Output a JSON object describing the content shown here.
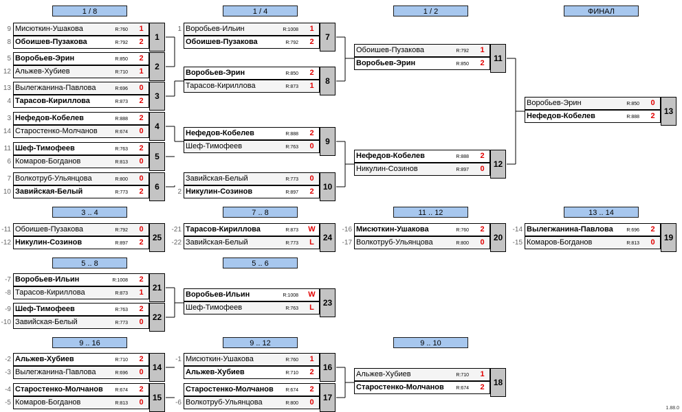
{
  "version": "1.88.0",
  "headers": [
    "1 / 8",
    "1 / 4",
    "1 / 2",
    "ФИНАЛ",
    "3 .. 4",
    "7 .. 8",
    "11 .. 12",
    "13 .. 14",
    "5 .. 8",
    "5 .. 6",
    "9 .. 16",
    "9 .. 12",
    "9 .. 10"
  ],
  "matches": [
    {
      "id": "1",
      "p1": {
        "seed": "9",
        "name": "Мисюткин-Ушакова",
        "rating": "R:760",
        "score": "1"
      },
      "p2": {
        "seed": "8",
        "name": "Обоишев-Пузакова",
        "rating": "R:792",
        "score": "2"
      },
      "winner": 2
    },
    {
      "id": "2",
      "p1": {
        "seed": "5",
        "name": "Воробьев-Эрин",
        "rating": "R:850",
        "score": "2"
      },
      "p2": {
        "seed": "12",
        "name": "Альжев-Хубиев",
        "rating": "R:710",
        "score": "1"
      },
      "winner": 1
    },
    {
      "id": "3",
      "p1": {
        "seed": "13",
        "name": "Вылегжанина-Павлова",
        "rating": "R:696",
        "score": "0"
      },
      "p2": {
        "seed": "4",
        "name": "Тарасов-Кириллова",
        "rating": "R:873",
        "score": "2"
      },
      "winner": 2
    },
    {
      "id": "4",
      "p1": {
        "seed": "3",
        "name": "Нефедов-Кобелев",
        "rating": "R:888",
        "score": "2"
      },
      "p2": {
        "seed": "14",
        "name": "Старостенко-Молчанов",
        "rating": "R:674",
        "score": "0"
      },
      "winner": 1
    },
    {
      "id": "5",
      "p1": {
        "seed": "11",
        "name": "Шеф-Тимофеев",
        "rating": "R:763",
        "score": "2"
      },
      "p2": {
        "seed": "6",
        "name": "Комаров-Богданов",
        "rating": "R:813",
        "score": "0"
      },
      "winner": 1
    },
    {
      "id": "6",
      "p1": {
        "seed": "7",
        "name": "Волкотруб-Ульянцова",
        "rating": "R:800",
        "score": "0"
      },
      "p2": {
        "seed": "10",
        "name": "Завийская-Белый",
        "rating": "R:773",
        "score": "2"
      },
      "winner": 2
    },
    {
      "id": "7",
      "p1": {
        "seed": "1",
        "name": "Воробьев-Ильин",
        "rating": "R:1008",
        "score": "1"
      },
      "p2": {
        "seed": "",
        "name": "Обоишев-Пузакова",
        "rating": "R:792",
        "score": "2"
      },
      "winner": 2
    },
    {
      "id": "8",
      "p1": {
        "seed": "",
        "name": "Воробьев-Эрин",
        "rating": "R:850",
        "score": "2"
      },
      "p2": {
        "seed": "",
        "name": "Тарасов-Кириллова",
        "rating": "R:873",
        "score": "1"
      },
      "winner": 1
    },
    {
      "id": "9",
      "p1": {
        "seed": "",
        "name": "Нефедов-Кобелев",
        "rating": "R:888",
        "score": "2"
      },
      "p2": {
        "seed": "",
        "name": "Шеф-Тимофеев",
        "rating": "R:763",
        "score": "0"
      },
      "winner": 1
    },
    {
      "id": "10",
      "p1": {
        "seed": "",
        "name": "Завийская-Белый",
        "rating": "R:773",
        "score": "0"
      },
      "p2": {
        "seed": "2",
        "name": "Никулин-Созинов",
        "rating": "R:897",
        "score": "2"
      },
      "winner": 2
    },
    {
      "id": "11",
      "p1": {
        "seed": "",
        "name": "Обоишев-Пузакова",
        "rating": "R:792",
        "score": "1"
      },
      "p2": {
        "seed": "",
        "name": "Воробьев-Эрин",
        "rating": "R:850",
        "score": "2"
      },
      "winner": 2
    },
    {
      "id": "12",
      "p1": {
        "seed": "",
        "name": "Нефедов-Кобелев",
        "rating": "R:888",
        "score": "2"
      },
      "p2": {
        "seed": "",
        "name": "Никулин-Созинов",
        "rating": "R:897",
        "score": "0"
      },
      "winner": 1
    },
    {
      "id": "13",
      "p1": {
        "seed": "",
        "name": "Воробьев-Эрин",
        "rating": "R:850",
        "score": "0"
      },
      "p2": {
        "seed": "",
        "name": "Нефедов-Кобелев",
        "rating": "R:888",
        "score": "2"
      },
      "winner": 2
    },
    {
      "id": "25",
      "p1": {
        "seed": "-11",
        "name": "Обоишев-Пузакова",
        "rating": "R:792",
        "score": "0"
      },
      "p2": {
        "seed": "-12",
        "name": "Никулин-Созинов",
        "rating": "R:897",
        "score": "2"
      },
      "winner": 2
    },
    {
      "id": "24",
      "p1": {
        "seed": "-21",
        "name": "Тарасов-Кириллова",
        "rating": "R:873",
        "score": "W"
      },
      "p2": {
        "seed": "-22",
        "name": "Завийская-Белый",
        "rating": "R:773",
        "score": "L"
      },
      "winner": 1
    },
    {
      "id": "20",
      "p1": {
        "seed": "-16",
        "name": "Мисюткин-Ушакова",
        "rating": "R:760",
        "score": "2"
      },
      "p2": {
        "seed": "-17",
        "name": "Волкотруб-Ульянцова",
        "rating": "R:800",
        "score": "0"
      },
      "winner": 1
    },
    {
      "id": "19",
      "p1": {
        "seed": "-14",
        "name": "Вылегжанина-Павлова",
        "rating": "R:696",
        "score": "2"
      },
      "p2": {
        "seed": "-15",
        "name": "Комаров-Богданов",
        "rating": "R:813",
        "score": "0"
      },
      "winner": 1
    },
    {
      "id": "21",
      "p1": {
        "seed": "-7",
        "name": "Воробьев-Ильин",
        "rating": "R:1008",
        "score": "2"
      },
      "p2": {
        "seed": "-8",
        "name": "Тарасов-Кириллова",
        "rating": "R:873",
        "score": "1"
      },
      "winner": 1
    },
    {
      "id": "22",
      "p1": {
        "seed": "-9",
        "name": "Шеф-Тимофеев",
        "rating": "R:763",
        "score": "2"
      },
      "p2": {
        "seed": "-10",
        "name": "Завийская-Белый",
        "rating": "R:773",
        "score": "0"
      },
      "winner": 1
    },
    {
      "id": "23",
      "p1": {
        "seed": "",
        "name": "Воробьев-Ильин",
        "rating": "R:1008",
        "score": "W"
      },
      "p2": {
        "seed": "",
        "name": "Шеф-Тимофеев",
        "rating": "R:763",
        "score": "L"
      },
      "winner": 1
    },
    {
      "id": "14",
      "p1": {
        "seed": "-2",
        "name": "Альжев-Хубиев",
        "rating": "R:710",
        "score": "2"
      },
      "p2": {
        "seed": "-3",
        "name": "Вылегжанина-Павлова",
        "rating": "R:696",
        "score": "0"
      },
      "winner": 1
    },
    {
      "id": "15",
      "p1": {
        "seed": "-4",
        "name": "Старостенко-Молчанов",
        "rating": "R:674",
        "score": "2"
      },
      "p2": {
        "seed": "-5",
        "name": "Комаров-Богданов",
        "rating": "R:813",
        "score": "0"
      },
      "winner": 1
    },
    {
      "id": "16",
      "p1": {
        "seed": "-1",
        "name": "Мисюткин-Ушакова",
        "rating": "R:760",
        "score": "1"
      },
      "p2": {
        "seed": "",
        "name": "Альжев-Хубиев",
        "rating": "R:710",
        "score": "2"
      },
      "winner": 2
    },
    {
      "id": "17",
      "p1": {
        "seed": "",
        "name": "Старостенко-Молчанов",
        "rating": "R:674",
        "score": "2"
      },
      "p2": {
        "seed": "-6",
        "name": "Волкотруб-Ульянцова",
        "rating": "R:800",
        "score": "0"
      },
      "winner": 1
    },
    {
      "id": "18",
      "p1": {
        "seed": "",
        "name": "Альжев-Хубиев",
        "rating": "R:710",
        "score": "1"
      },
      "p2": {
        "seed": "",
        "name": "Старостенко-Молчанов",
        "rating": "R:674",
        "score": "2"
      },
      "winner": 2
    }
  ]
}
